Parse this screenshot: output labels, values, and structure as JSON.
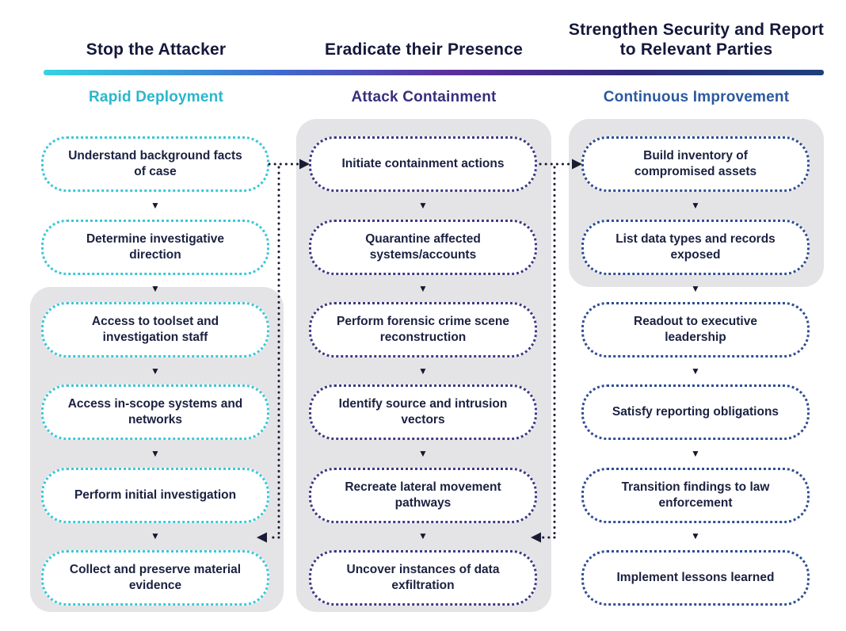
{
  "columns": [
    {
      "header": "Stop the Attacker",
      "subtitle": "Rapid Deployment",
      "accent": "#3cc8d8",
      "boxes": [
        "Understand background facts of case",
        "Determine investigative direction",
        "Access to toolset and investigation staff",
        "Access in-scope systems and networks",
        "Perform initial investigation",
        "Collect and preserve material evidence"
      ]
    },
    {
      "header": "Eradicate their Presence",
      "subtitle": "Attack Containment",
      "accent": "#3d3a85",
      "boxes": [
        "Initiate containment actions",
        "Quarantine affected systems/accounts",
        "Perform forensic crime scene reconstruction",
        "Identify source and intrusion vectors",
        "Recreate lateral movement pathways",
        "Uncover instances of data exfiltration"
      ]
    },
    {
      "header": "Strengthen Security and Report to Relevant Parties",
      "subtitle": "Continuous Improvement",
      "accent": "#2f4e93",
      "boxes": [
        "Build inventory of compromised assets",
        "List data types and records exposed",
        "Readout to executive leadership",
        "Satisfy reporting obligations",
        "Transition findings to law enforcement",
        "Implement lessons learned"
      ]
    }
  ],
  "icons": {
    "down_arrow": "▼"
  },
  "colors": {
    "header_text": "#14183a",
    "box_text": "#1b2140",
    "panel_gray": "#e4e4e6",
    "subtitle_col1": "#29b7cb",
    "subtitle_col2": "#372f7c",
    "subtitle_col3": "#2b5aa0",
    "gradient_bar": [
      "#35d3e2",
      "#5b2f9e",
      "#1e3f7d"
    ],
    "connector": "#191c33"
  }
}
